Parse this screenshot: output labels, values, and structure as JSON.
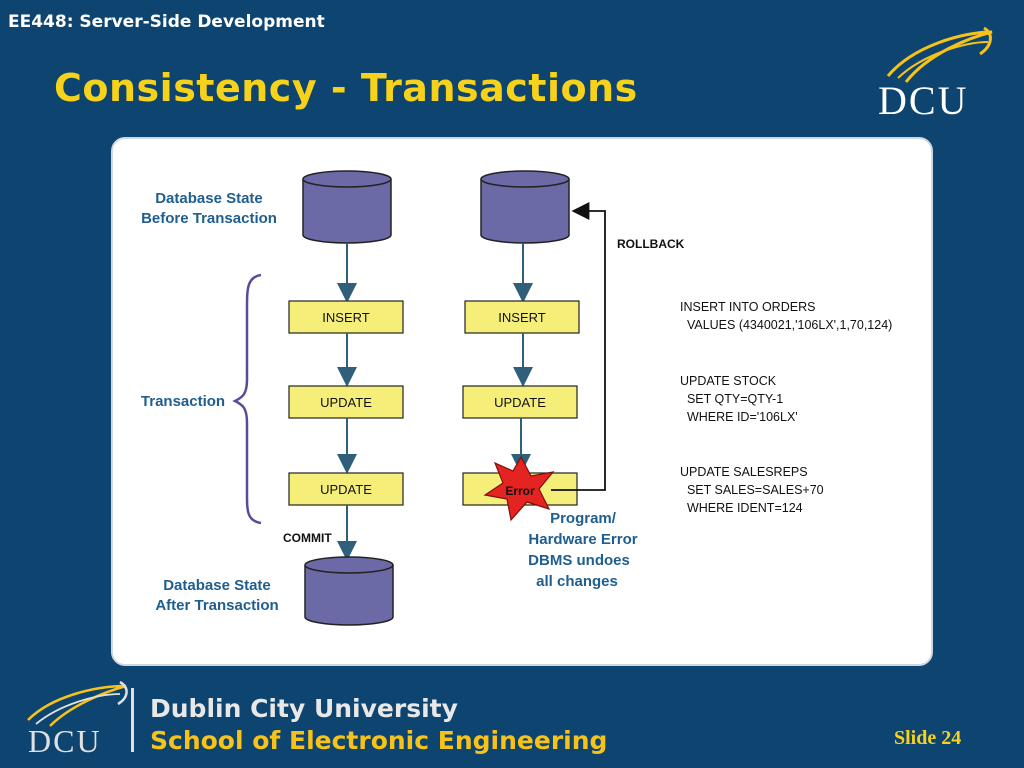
{
  "header": {
    "course": "EE448: Server-Side Development",
    "title": "Consistency - Transactions"
  },
  "logo": {
    "text": "DCU"
  },
  "diagram": {
    "db_before": [
      "Database State",
      "Before Transaction"
    ],
    "db_after": [
      "Database State",
      "After Transaction"
    ],
    "transaction_label": "Transaction",
    "commit_label": "COMMIT",
    "rollback_label": "ROLLBACK",
    "left_steps": [
      "INSERT",
      "UPDATE",
      "UPDATE"
    ],
    "right_steps": [
      "INSERT",
      "UPDATE"
    ],
    "error_label": "Error",
    "error_note": [
      "Program/",
      "Hardware Error",
      "DBMS undoes",
      "all changes"
    ],
    "sql": [
      [
        "INSERT INTO ORDERS",
        "  VALUES (4340021,'106LX',1,70,124)"
      ],
      [
        "UPDATE STOCK",
        "  SET QTY=QTY-1",
        "  WHERE ID='106LX'"
      ],
      [
        "UPDATE SALESREPS",
        "  SET SALES=SALES+70",
        "  WHERE IDENT=124"
      ]
    ],
    "colors": {
      "cylinder": "#6b6aa6",
      "step_box": "#f5ef7a",
      "arrow": "#2f5f7a",
      "brace": "#5a4b9a",
      "star": "#e52421",
      "label_blue": "#1f5e8e"
    }
  },
  "footer": {
    "university": "Dublin City University",
    "school": "School of Electronic Engineering",
    "slide": "Slide 24"
  }
}
